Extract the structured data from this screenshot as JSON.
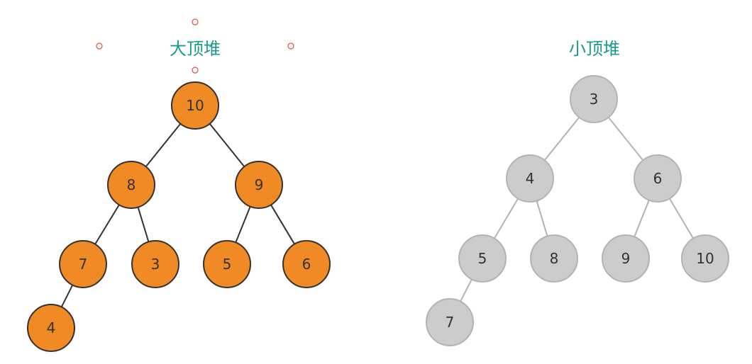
{
  "max_heap": {
    "title": "大顶堆",
    "nodes": [
      10,
      8,
      9,
      7,
      3,
      5,
      6,
      4
    ],
    "edges": [
      [
        0,
        1
      ],
      [
        0,
        2
      ],
      [
        1,
        3
      ],
      [
        1,
        4
      ],
      [
        2,
        5
      ],
      [
        2,
        6
      ],
      [
        3,
        7
      ]
    ],
    "fill_color": "#f08a24",
    "stroke_color": "#333333",
    "edge_color": "#333333"
  },
  "min_heap": {
    "title": "小顶堆",
    "nodes": [
      3,
      4,
      6,
      5,
      8,
      9,
      10,
      7
    ],
    "edges": [
      [
        0,
        1
      ],
      [
        0,
        2
      ],
      [
        1,
        3
      ],
      [
        1,
        4
      ],
      [
        2,
        5
      ],
      [
        2,
        6
      ],
      [
        3,
        7
      ]
    ],
    "fill_color": "#cccccc",
    "stroke_color": "#b3b3b3",
    "edge_color": "#b3b3b3"
  },
  "colors": {
    "title": "#1a9a8a",
    "selection_handle": "#d9534f"
  }
}
